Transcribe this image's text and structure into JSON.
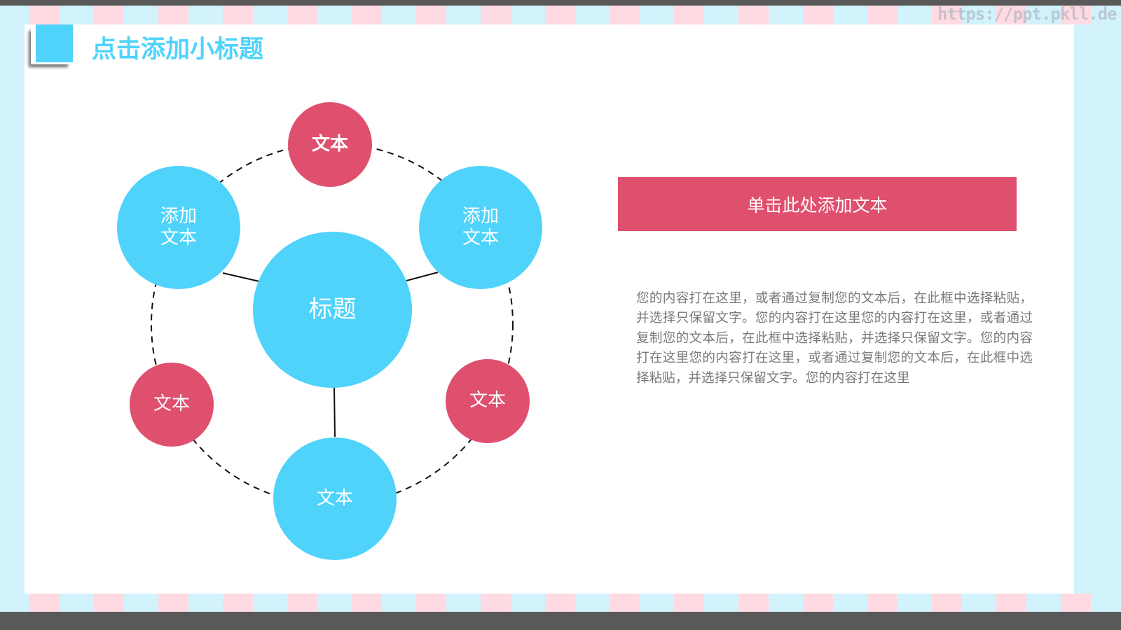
{
  "slide": {
    "title": "点击添加小标题",
    "watermark": "https://ppt.pkll.de",
    "colors": {
      "accent_blue": "#4fd3fb",
      "accent_red": "#df4f6e",
      "stripe_pink": "#fedbe2",
      "stripe_blue": "#d2f2fc",
      "frame_dark": "#595959",
      "body_text": "#7a7a7a"
    }
  },
  "diagram": {
    "center": {
      "label": "标题",
      "color": "blue"
    },
    "nodes": [
      {
        "position": "top",
        "label": "文本",
        "color": "red"
      },
      {
        "position": "upper-left",
        "label": "添加\n文本",
        "color": "blue"
      },
      {
        "position": "upper-right",
        "label": "添加\n文本",
        "color": "blue"
      },
      {
        "position": "lower-left",
        "label": "文本",
        "color": "red"
      },
      {
        "position": "lower-right",
        "label": "文本",
        "color": "red"
      },
      {
        "position": "bottom",
        "label": "文本",
        "color": "blue"
      }
    ]
  },
  "content": {
    "button_label": "单击此处添加文本",
    "paragraph": "您的内容打在这里，或者通过复制您的文本后，在此框中选择粘贴，并选择只保留文字。您的内容打在这里您的内容打在这里，或者通过复制您的文本后，在此框中选择粘贴，并选择只保留文字。您的内容打在这里您的内容打在这里，或者通过复制您的文本后，在此框中选择粘贴，并选择只保留文字。您的内容打在这里"
  }
}
